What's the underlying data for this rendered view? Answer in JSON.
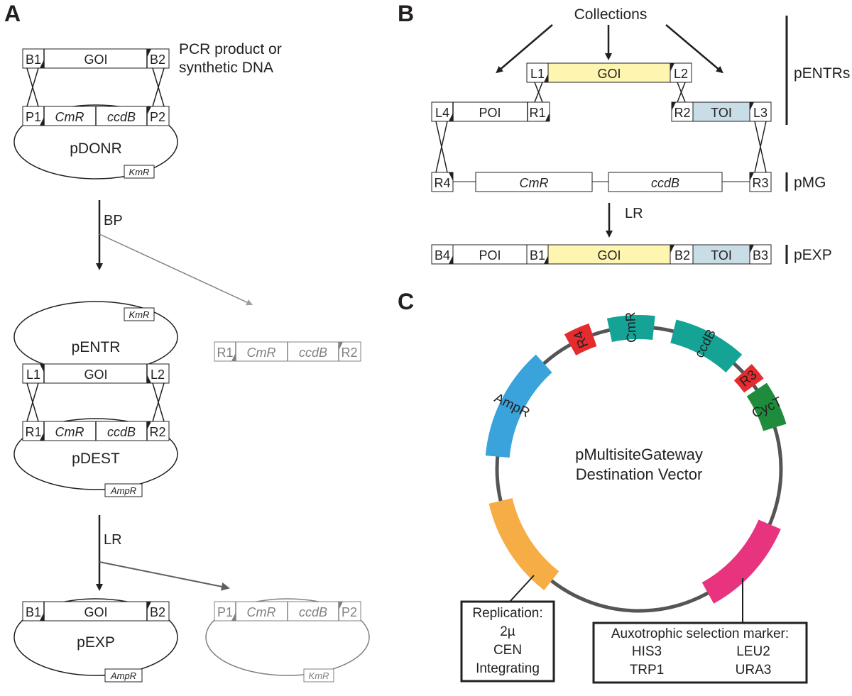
{
  "panels": {
    "a": "A",
    "b": "B",
    "c": "C"
  },
  "colors": {
    "goi": "#fdf5b0",
    "toi": "#c9dde6",
    "teal": "#15a396",
    "red": "#e62b2e",
    "blue": "#3aa3db",
    "green": "#1e8c3c",
    "orange": "#f7ad45",
    "pink": "#e8347e",
    "backbone": "#555555"
  },
  "panel_a": {
    "source_label_1": "PCR product or",
    "source_label_2": "synthetic DNA",
    "site_b1": "B1",
    "site_b2": "B2",
    "site_p1": "P1",
    "site_p2": "P2",
    "site_l1": "L1",
    "site_l2": "L2",
    "site_r1": "R1",
    "site_r2": "R2",
    "goi": "GOI",
    "cmr": "CmR",
    "ccdb": "ccdB",
    "kmr": "KmR",
    "ampr": "AmpR",
    "pdonr": "pDONR",
    "pentr": "pENTR",
    "pdest": "pDEST",
    "pexp": "pEXP",
    "bp": "BP",
    "lr": "LR"
  },
  "panel_b": {
    "collections": "Collections",
    "goi": "GOI",
    "poi": "POI",
    "toi": "TOI",
    "cmr": "CmR",
    "ccdb": "ccdB",
    "l1": "L1",
    "l2": "L2",
    "l3": "L3",
    "l4": "L4",
    "r1": "R1",
    "r2": "R2",
    "r3": "R3",
    "r4": "R4",
    "b1": "B1",
    "b2": "B2",
    "b3": "B3",
    "b4": "B4",
    "pentrs": "pENTRs",
    "pmg": "pMG",
    "pexp": "pEXP",
    "lr": "LR"
  },
  "panel_c": {
    "title_1": "pMultisiteGateway",
    "title_2": "Destination Vector",
    "cmr": "CmR",
    "ccdb": "ccdB",
    "cyct": "CycT",
    "ampr": "AmpR",
    "r4": "R4",
    "r3": "R3",
    "replication_title": "Replication:",
    "replication_items": [
      "2µ",
      "CEN",
      "Integrating"
    ],
    "auxo_title": "Auxotrophic selection marker:",
    "auxo_items": [
      "HIS3",
      "LEU2",
      "TRP1",
      "URA3"
    ]
  }
}
